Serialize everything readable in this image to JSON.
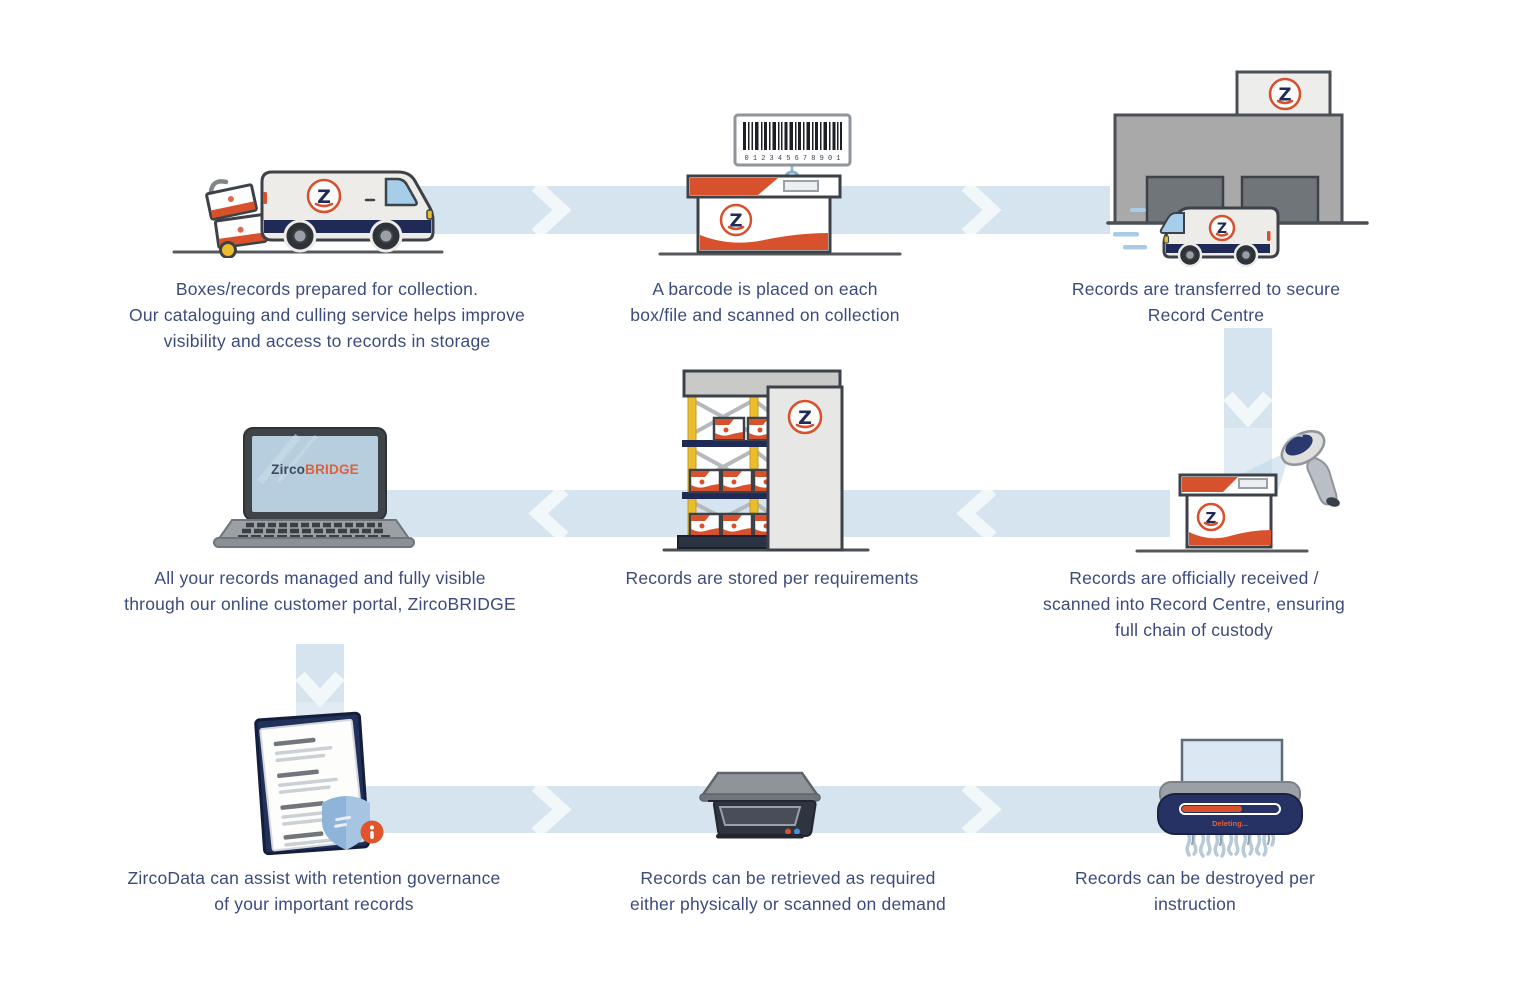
{
  "colors": {
    "red": "#d8512d",
    "navy": "#1f2a56",
    "band": "#d6e4ef",
    "caption": "#3c4b7e",
    "portal_orange": "#e0603a",
    "chevron": "#f2f7fa"
  },
  "brand": {
    "logo_letter": "Z",
    "portal_primary": "Zirco",
    "portal_secondary": "BRIDGE"
  },
  "barcode": {
    "digits": "012345678901"
  },
  "shredder": {
    "status_text": "Deleting..."
  },
  "steps": [
    {
      "id": 1,
      "icon": "collection-van",
      "caption": "Boxes/records prepared for collection.\nOur cataloguing and culling service helps improve\nvisibility and access to records in storage"
    },
    {
      "id": 2,
      "icon": "barcode-box",
      "caption": "A barcode is placed on each\nbox/file and scanned on collection"
    },
    {
      "id": 3,
      "icon": "record-centre-building",
      "caption": "Records are transferred to secure\nRecord Centre"
    },
    {
      "id": 4,
      "icon": "barcode-scanner-box",
      "caption": "Records are officially received /\nscanned into Record Centre, ensuring\nfull chain of custody"
    },
    {
      "id": 5,
      "icon": "storage-rack",
      "caption": "Records are stored per requirements"
    },
    {
      "id": 6,
      "icon": "laptop-portal",
      "caption": "All your records managed and fully visible\nthrough our online customer portal, ZircoBRIDGE"
    },
    {
      "id": 7,
      "icon": "retention-folder",
      "caption": "ZircoData can assist with retention governance\nof your important records"
    },
    {
      "id": 8,
      "icon": "flatbed-scanner",
      "caption": "Records can be retrieved as required\neither physically or scanned on demand"
    },
    {
      "id": 9,
      "icon": "paper-shredder",
      "caption": "Records can be destroyed per\ninstruction"
    }
  ]
}
